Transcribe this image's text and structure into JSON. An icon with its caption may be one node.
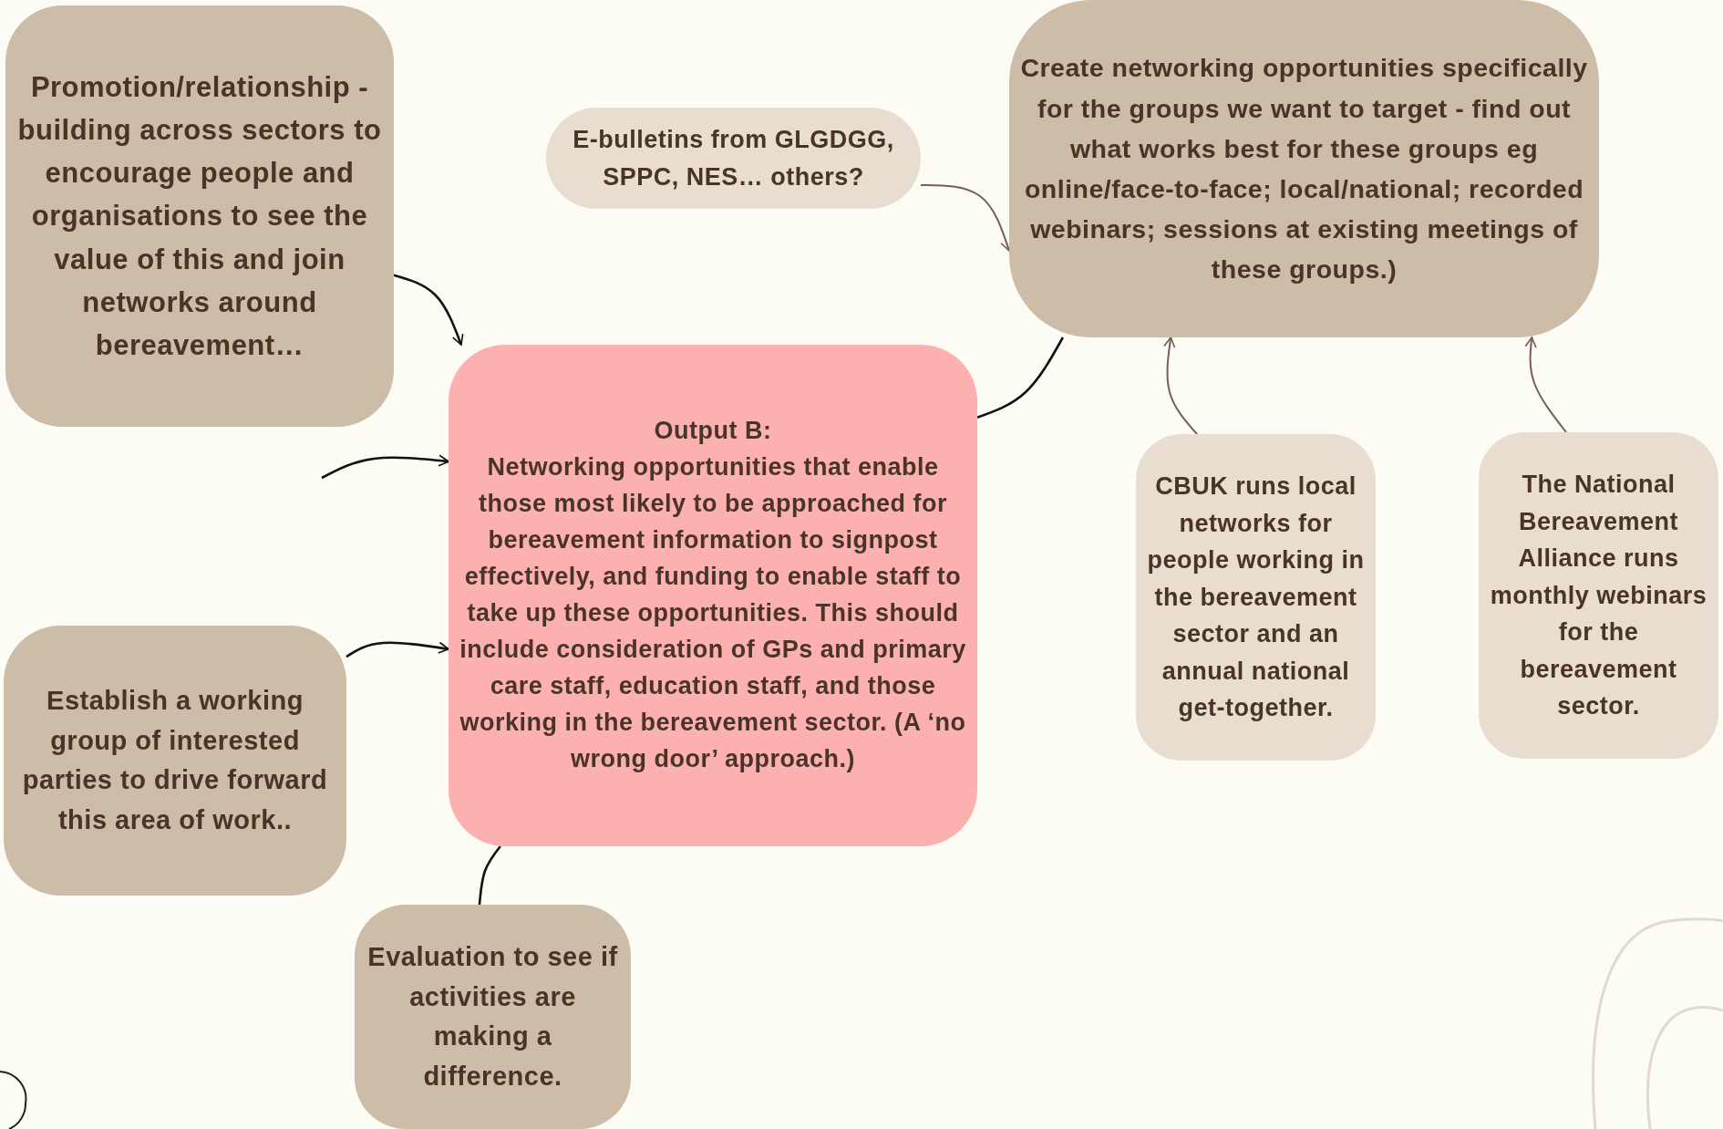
{
  "diagram": {
    "nodes": [
      {
        "text": [
          "Promotion/relationship -building across sectors to encourage people and organisations to see the value of this and join networks around bereavement…"
        ]
      },
      {
        "text": [
          "E-bulletins from GLGDGG, SPPC, NES… others?"
        ]
      },
      {
        "text": [
          "Create networking opportunities specifically for the groups we want to target - find out what works best for these groups eg online/face-to-face; local/national; recorded webinars; sessions at existing meetings of these groups.)"
        ]
      },
      {
        "text": [
          "Output B:",
          "Networking opportunities that enable those most likely to be approached for bereavement information to signpost effectively, and funding to enable staff to take up these opportunities. This should include consideration of GPs and primary care staff, education staff, and those working in the bereavement sector. (A ‘no wrong door’ approach.)"
        ]
      },
      {
        "text": [
          "Establish a working group of interested parties to drive forward this area of work.."
        ]
      },
      {
        "text": [
          "Evaluation to see if activities are making a difference."
        ]
      },
      {
        "text": [
          "CBUK runs local networks for people working in the bereavement sector and an annual national get-together."
        ]
      },
      {
        "text": [
          "The National Bereavement Alliance runs monthly webinars for the bereavement sector."
        ]
      }
    ],
    "edges": [
      {
        "from": 0,
        "to": 3,
        "arrow": "to"
      },
      {
        "from": null,
        "to": 3,
        "arrow": "to"
      },
      {
        "from": 4,
        "to": 3,
        "arrow": "to"
      },
      {
        "from": 5,
        "to": 3,
        "arrow": "none"
      },
      {
        "from": 3,
        "to": 2,
        "arrow": "none"
      },
      {
        "from": 1,
        "to": 2,
        "arrow": "to",
        "color": "#7a5e55"
      },
      {
        "from": 6,
        "to": 2,
        "arrow": "to",
        "color": "#7a5e55"
      },
      {
        "from": 7,
        "to": 2,
        "arrow": "to",
        "color": "#7a5e55"
      }
    ]
  }
}
